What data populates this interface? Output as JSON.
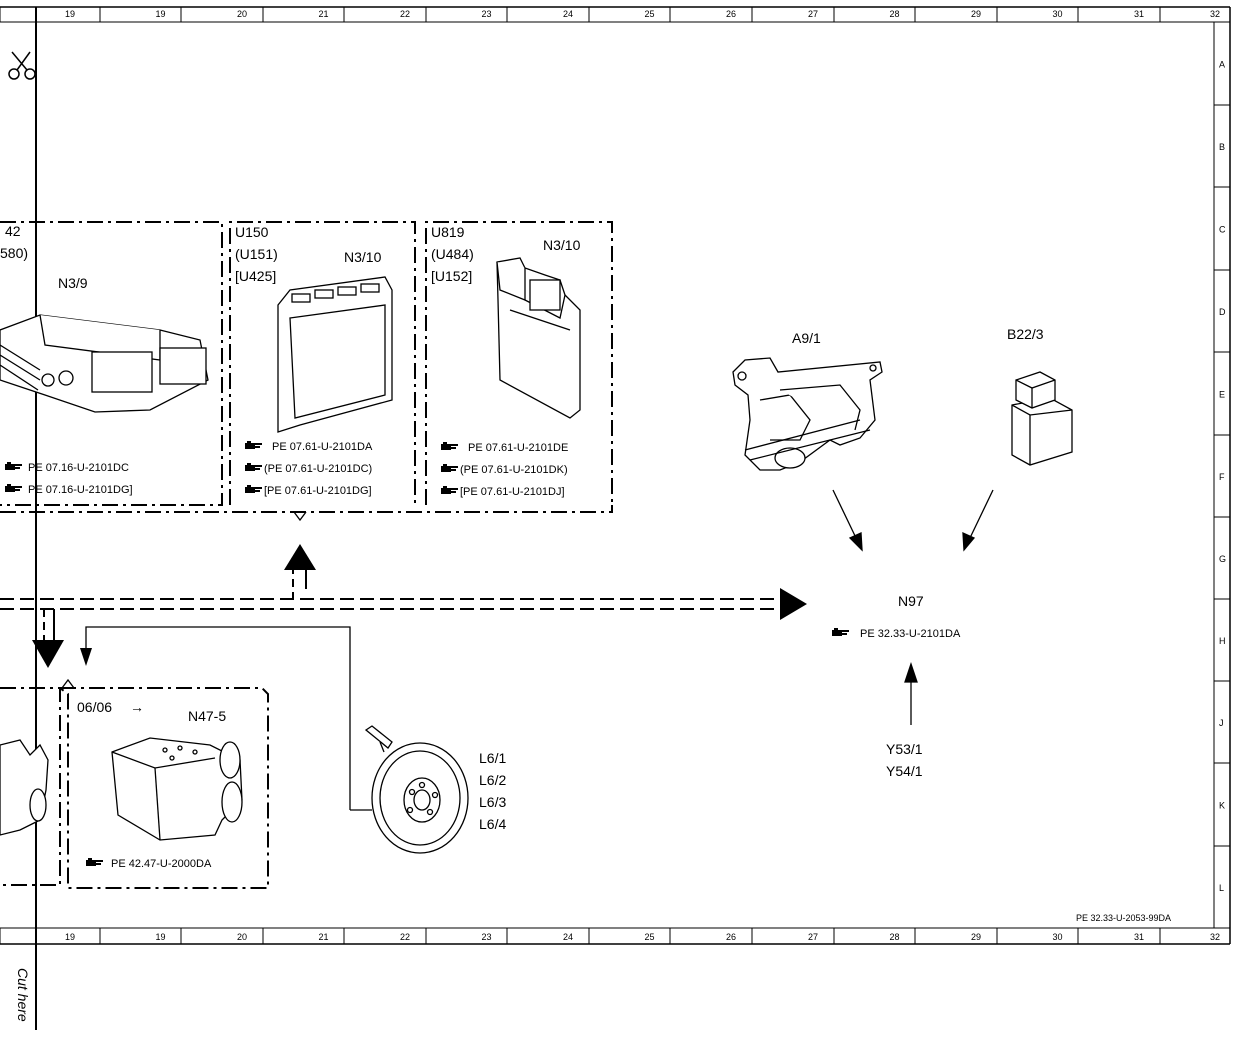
{
  "frame": {
    "column_labels": [
      "19",
      "19",
      "20",
      "21",
      "22",
      "23",
      "24",
      "25",
      "26",
      "27",
      "28",
      "29",
      "30",
      "31",
      "32"
    ],
    "row_labels": [
      "A",
      "B",
      "C",
      "D",
      "E",
      "F",
      "G",
      "H",
      "J",
      "K",
      "L"
    ],
    "drawing_number": "PE 32.33-U-2053-99DA",
    "cut_here": "Cut here"
  },
  "icons": [
    "scissors-icon",
    "manual-reference-hand-icon"
  ],
  "boxes": {
    "n3_9": {
      "codes": [
        "42",
        "580)"
      ],
      "component": "N3/9",
      "refs": [
        "PE 07.16-U-2101DC",
        "PE 07.16-U-2101DG]"
      ]
    },
    "n3_10_a": {
      "codes": [
        "U150",
        "(U151)",
        "[U425]"
      ],
      "component": "N3/10",
      "refs": [
        "PE 07.61-U-2101DA",
        "(PE 07.61-U-2101DC)",
        "[PE 07.61-U-2101DG]"
      ]
    },
    "n3_10_b": {
      "codes": [
        "U819",
        "(U484)",
        "[U152]"
      ],
      "component": "N3/10",
      "refs": [
        "PE 07.61-U-2101DE",
        "(PE 07.61-U-2101DK)",
        "[PE 07.61-U-2101DJ]"
      ]
    },
    "n47_5": {
      "date": "06/06",
      "date_arrow": "→",
      "component": "N47-5",
      "ref": "PE 42.47-U-2000DA"
    }
  },
  "components": {
    "a9_1": "A9/1",
    "b22_3": "B22/3",
    "n97": "N97",
    "n97_ref": "PE 32.33-U-2101DA",
    "y53": [
      "Y53/1",
      "Y54/1"
    ],
    "l6": [
      "L6/1",
      "L6/2",
      "L6/3",
      "L6/4"
    ]
  }
}
